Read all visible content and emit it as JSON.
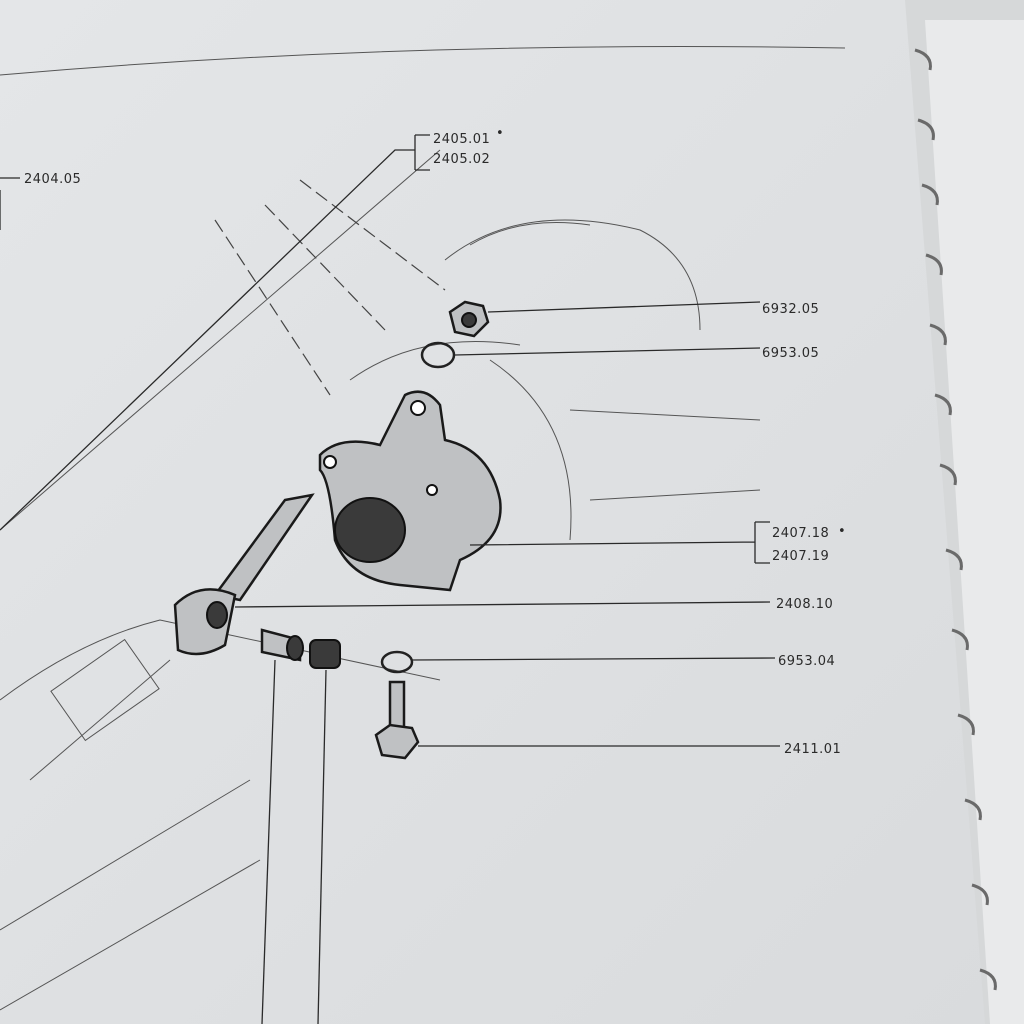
{
  "diagram": {
    "title": "Exploded parts diagram",
    "labels": {
      "l2404_05": "2404.05",
      "l2405_01": "2405.01",
      "l2405_02": "2405.02",
      "l6932_05": "6932.05",
      "l6953_05": "6953.05",
      "l2407_18": "2407.18",
      "l2407_19": "2407.19",
      "l2408_10": "2408.10",
      "l6953_04": "6953.04",
      "l2411_01": "2411.01"
    },
    "marker": "•"
  }
}
